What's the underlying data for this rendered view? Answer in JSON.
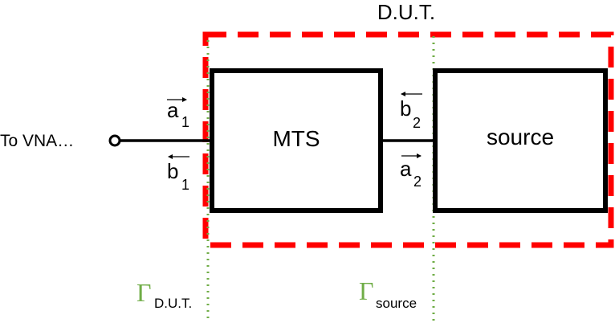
{
  "colors": {
    "dut_box": "#ff0000",
    "reference_plane": "#70ad47",
    "block_stroke": "#000000",
    "text": "#000000"
  },
  "dut": {
    "label": "D.U.T."
  },
  "blocks": {
    "mts": {
      "label": "MTS"
    },
    "source": {
      "label": "source"
    }
  },
  "port": {
    "label": "To VNA…"
  },
  "waves": {
    "a1": {
      "letter": "a",
      "sub": "1",
      "arrow": "→"
    },
    "b1": {
      "letter": "b",
      "sub": "1",
      "arrow": "←"
    },
    "b2": {
      "letter": "b",
      "sub": "2",
      "arrow": "←"
    },
    "a2": {
      "letter": "a",
      "sub": "2",
      "arrow": "→"
    }
  },
  "reference_planes": {
    "dut": {
      "symbol": "Γ",
      "sub": "D.U.T."
    },
    "source": {
      "symbol": "Γ",
      "sub": "source"
    }
  }
}
